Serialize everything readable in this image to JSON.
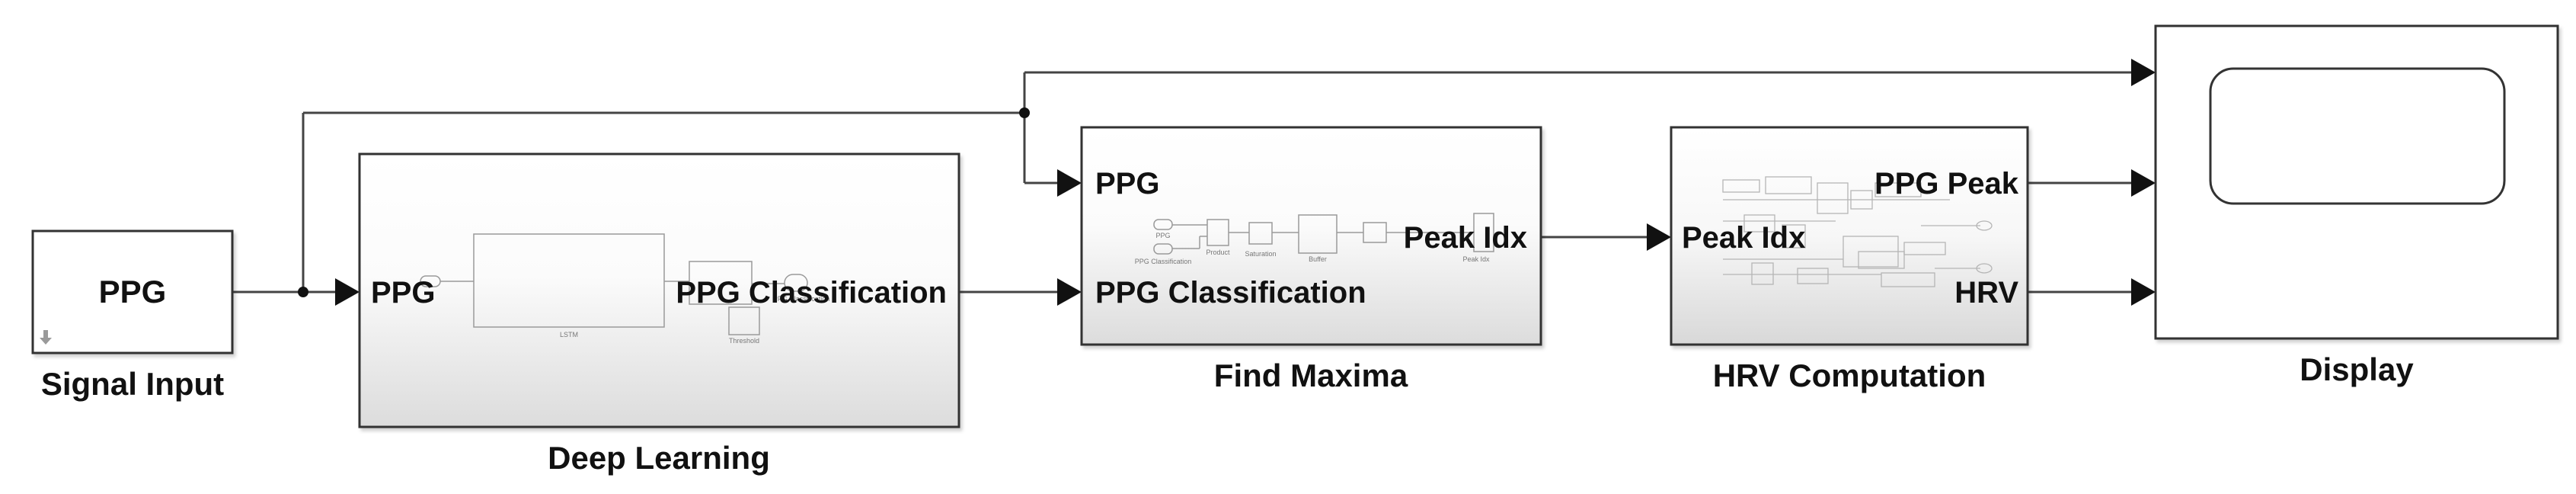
{
  "blocks": {
    "signal_input": {
      "name": "Signal Input",
      "port_label": "PPG"
    },
    "deep_learning": {
      "name": "Deep Learning",
      "in_port": "PPG",
      "out_port": "PPG Classification",
      "inner": {
        "lstm": "LSTM",
        "threshold": "Threshold",
        "ghost_out": "PPG Classification"
      }
    },
    "find_maxima": {
      "name": "Find Maxima",
      "in_ports": [
        "PPG",
        "PPG Classification"
      ],
      "out_port": "Peak Idx",
      "inner": {
        "in1": "PPG",
        "in2": "PPG Classification",
        "product": "Product",
        "saturation": "Saturation",
        "buffer": "Buffer",
        "ghost_out": "Peak Idx"
      }
    },
    "hrv_computation": {
      "name": "HRV Computation",
      "in_port": "Peak Idx",
      "out_ports": [
        "PPG Peak",
        "HRV"
      ]
    },
    "display": {
      "name": "Display"
    }
  },
  "colors": {
    "wire": "#444444",
    "block_border": "#333333",
    "gradient_bottom": "#dcdcdc"
  }
}
